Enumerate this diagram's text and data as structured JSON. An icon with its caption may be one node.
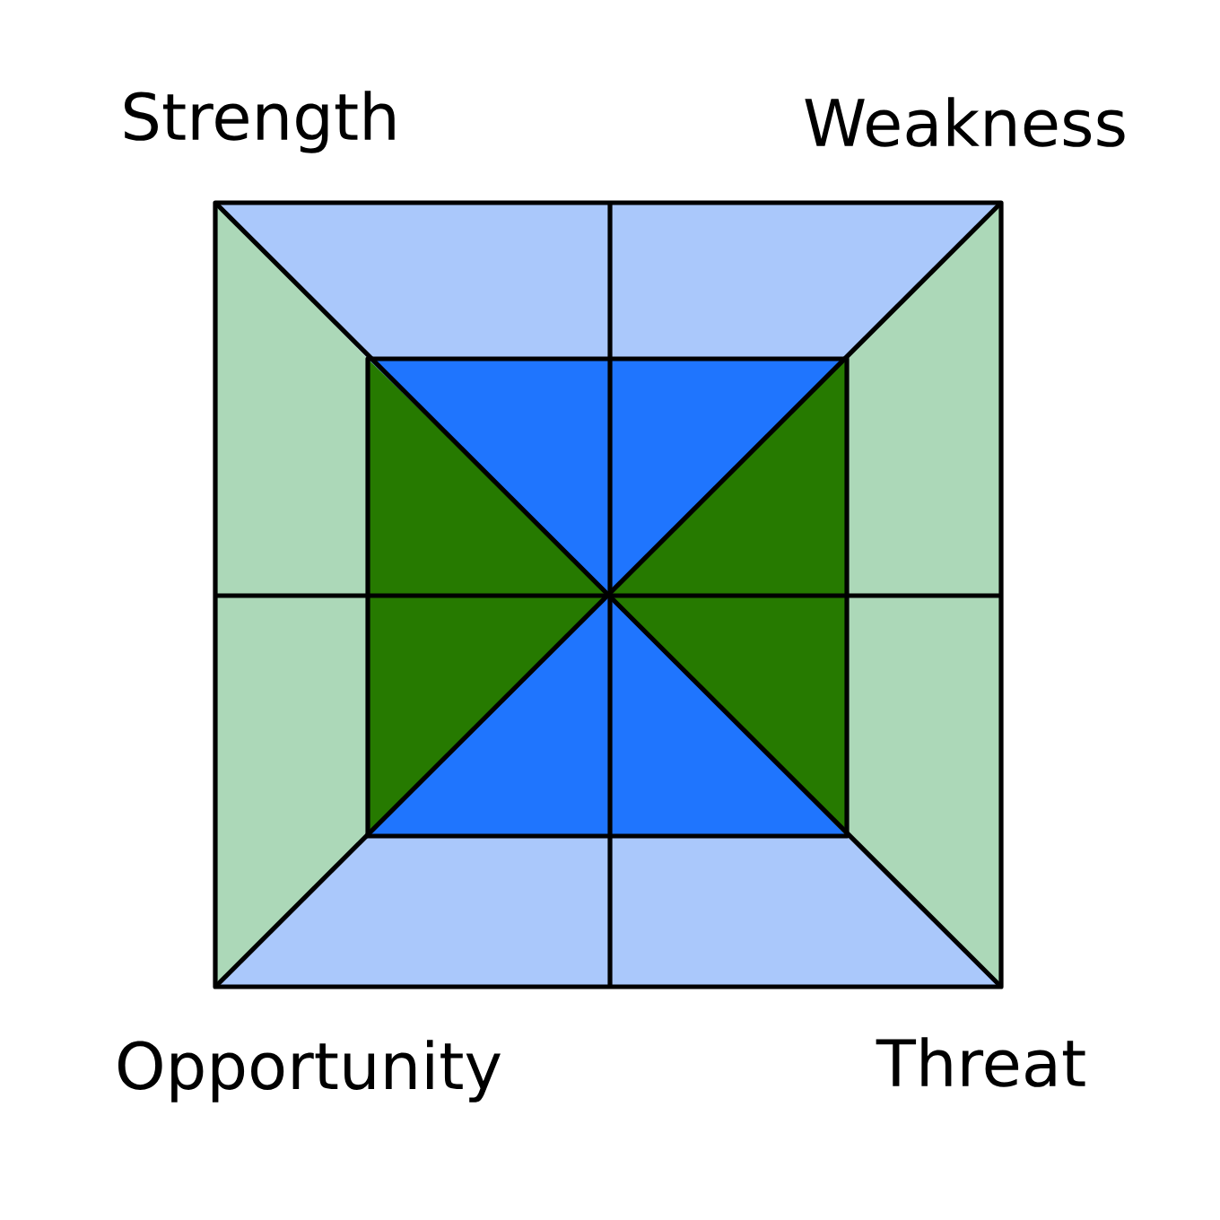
{
  "diagram": {
    "labels": [
      "Strength",
      "Weakness",
      "Opportunity",
      "Threat"
    ]
  }
}
